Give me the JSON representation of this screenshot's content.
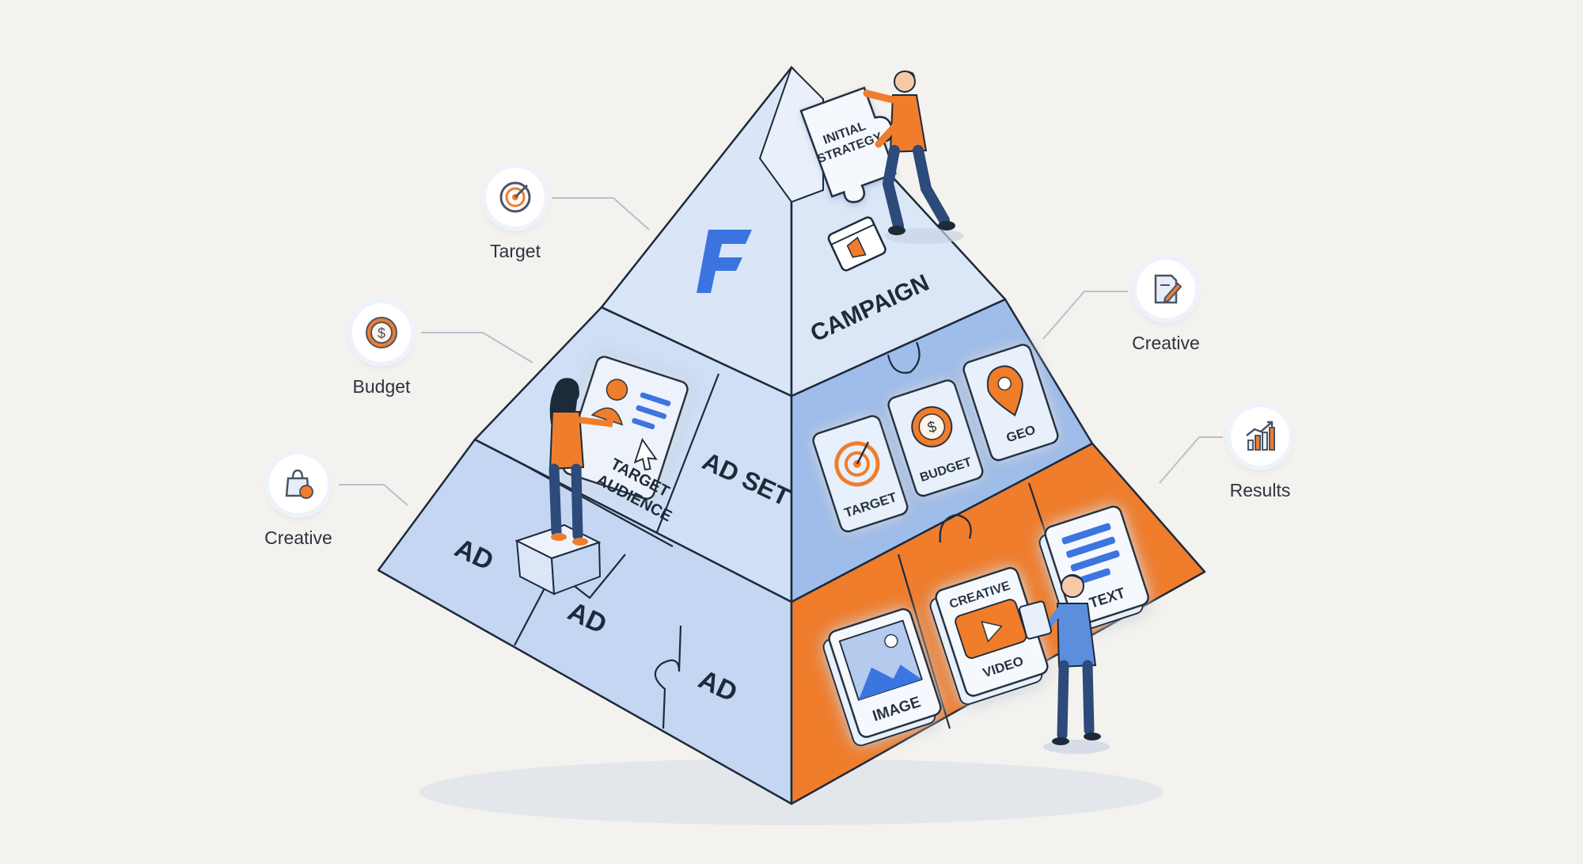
{
  "pyramid": {
    "top_card": "INITIAL\nSTRATEGY",
    "campaign_label": "CAMPAIGN",
    "ad_set_label": "AD SET",
    "target_audience_card": "TARGET\nAUDIENCE",
    "ad_labels": [
      "AD",
      "AD",
      "AD"
    ],
    "ad_set_cards": [
      "TARGET",
      "BUDGET",
      "GEO"
    ],
    "creative_cards": [
      "IMAGE",
      "CREATIVE\nVIDEO",
      "TEXT"
    ]
  },
  "callouts": {
    "target": {
      "label": "Target",
      "icon": "target-icon"
    },
    "budget": {
      "label": "Budget",
      "icon": "dollar-coin-icon"
    },
    "creative_left": {
      "label": "Creative",
      "icon": "shopping-bag-icon"
    },
    "creative_right": {
      "label": "Creative",
      "icon": "edit-document-icon"
    },
    "results": {
      "label": "Results",
      "icon": "bar-chart-growth-icon"
    }
  },
  "colors": {
    "blue_light": "#dbe6f7",
    "blue_mid": "#b4cbee",
    "blue_dark": "#8fb0e6",
    "orange": "#f07d2c",
    "navy": "#1f3a66"
  }
}
